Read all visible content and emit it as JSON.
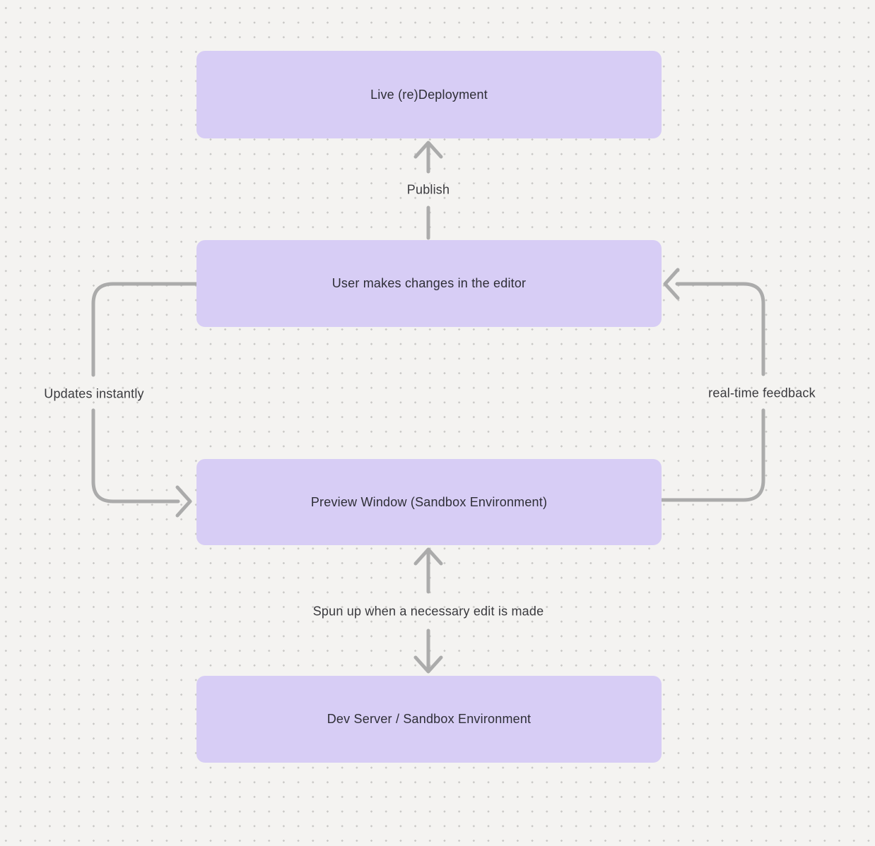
{
  "canvas": {
    "background_color": "#f4f3f1",
    "dot_color": "#c8c7c5"
  },
  "diagram": {
    "node_fill_color": "#d7cdf5",
    "node_text_color": "#2e2e36",
    "arrow_color": "#ababab",
    "nodes": [
      {
        "id": "live-redeployment",
        "label": "Live (re)Deployment"
      },
      {
        "id": "user-editor",
        "label": "User makes changes in the editor"
      },
      {
        "id": "preview-window",
        "label": "Preview Window (Sandbox Environment)"
      },
      {
        "id": "dev-server",
        "label": "Dev Server / Sandbox Environment"
      }
    ],
    "edges": [
      {
        "id": "publish",
        "label": "Publish",
        "from": "user-editor",
        "to": "live-redeployment",
        "direction": "up"
      },
      {
        "id": "updates-instantly",
        "label": "Updates instantly",
        "from": "user-editor",
        "to": "preview-window",
        "direction": "down-left-loop"
      },
      {
        "id": "real-time-feedback",
        "label": "real-time feedback",
        "from": "preview-window",
        "to": "user-editor",
        "direction": "up-right-loop"
      },
      {
        "id": "spun-up",
        "label": "Spun up when a necessary edit is made",
        "from": "preview-window",
        "to": "dev-server",
        "direction": "bidirectional"
      }
    ]
  }
}
